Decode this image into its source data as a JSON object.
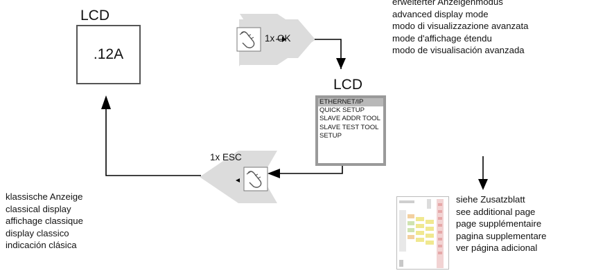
{
  "lcd_top": {
    "title": "LCD",
    "value": ".12A"
  },
  "lcd_menu": {
    "title": "LCD",
    "items": [
      "ETHERNET/IP",
      "QUICK SETUP",
      "SLAVE ADDR TOOL",
      "SLAVE TEST TOOL",
      "SETUP"
    ],
    "selected_index": 0
  },
  "ok_step": {
    "label": "1x OK"
  },
  "esc_step": {
    "label": "1x ESC"
  },
  "advanced_mode": {
    "lines": [
      "erweiterter Anzeigenmodus",
      "advanced display mode",
      "modo di visualizzazione avanzata",
      "mode d'affichage étendu",
      "modo de visualisación avanzada"
    ]
  },
  "classic_mode": {
    "lines": [
      "klassische Anzeige",
      "classical display",
      "affichage classique",
      "display classico",
      "indicación clásica"
    ]
  },
  "additional_page": {
    "lines": [
      "siehe Zusatzblatt",
      "see additional page",
      "page supplémentaire",
      "pagina supplementare",
      "ver página adicional"
    ]
  },
  "colors": {
    "big_arrow": "#dcdcdc",
    "line": "#000000"
  }
}
